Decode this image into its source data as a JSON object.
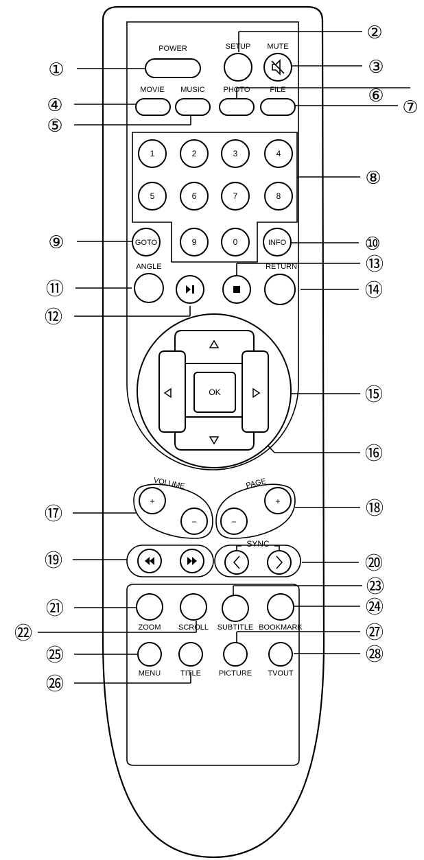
{
  "callouts": [
    "①",
    "②",
    "③",
    "④",
    "⑤",
    "⑥",
    "⑦",
    "⑧",
    "⑨",
    "⑩",
    "⑪",
    "⑫",
    "⑬",
    "⑭",
    "⑮",
    "⑯",
    "⑰",
    "⑱",
    "⑲",
    "⑳",
    "㉑",
    "㉒",
    "㉓",
    "㉔",
    "㉕",
    "㉖",
    "㉗",
    "㉘"
  ],
  "labels": {
    "power": "POWER",
    "setup": "SETUP",
    "mute": "MUTE",
    "movie": "MOVIE",
    "music": "MUSIC",
    "photo": "PHOTO",
    "file": "FILE",
    "angle": "ANGLE",
    "return": "RETURN",
    "volume": "VOLUME",
    "page": "PAGE",
    "sync": "SYNC",
    "zoom": "ZOOM",
    "scroll": "SCROLL",
    "subtitle": "SUBTITLE",
    "bookmark": "BOOKMARK",
    "menu": "MENU",
    "title": "TITLE",
    "picture": "PICTURE",
    "tvout": "TVOUT"
  },
  "buttons": {
    "digits": [
      "1",
      "2",
      "3",
      "4",
      "5",
      "6",
      "7",
      "8",
      "9",
      "0"
    ],
    "goto": "GOTO",
    "info": "INFO",
    "ok": "OK",
    "vol_plus": "+",
    "vol_minus": "−",
    "page_minus": "−",
    "page_plus": "+"
  },
  "icons": {
    "mute": "speaker-muted-icon",
    "play_pause": "play-pause-icon",
    "stop": "stop-icon",
    "up": "arrow-up-icon",
    "down": "arrow-down-icon",
    "left": "arrow-left-icon",
    "right": "arrow-right-icon",
    "rewind": "rewind-icon",
    "fast_forward": "fast-forward-icon",
    "sync_prev": "chevron-left-icon",
    "sync_next": "chevron-right-icon"
  }
}
